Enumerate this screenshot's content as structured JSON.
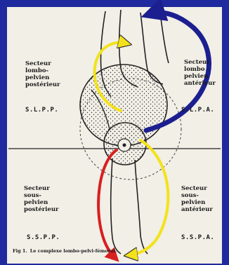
{
  "labels": {
    "top_left": [
      "Secteur",
      "lombo-",
      "pelvien",
      "postérieur"
    ],
    "top_right": [
      "Secteur",
      "lombo -",
      "pelvien",
      "antérieur"
    ],
    "bottom_left": [
      "Secteur",
      "sous-",
      "pelvien",
      "postérieur"
    ],
    "bottom_right": [
      "Secteur",
      "sous-",
      "pelvien",
      "antérieur"
    ]
  },
  "codes": {
    "slpp": "S.L.P.P.",
    "slpa": "S.L.P.A.",
    "sspp": "S.S.P.P.",
    "sspa": "S.S.P.A."
  },
  "caption": {
    "fig": "Fig 1.",
    "text": "Le complexe lombo-pelvi-fémoral."
  },
  "colors": {
    "frame": "#1f2a9e",
    "arrow_blue": "#1c1f8f",
    "arrow_yellow": "#f3e21a",
    "arrow_red": "#d81f1f"
  }
}
